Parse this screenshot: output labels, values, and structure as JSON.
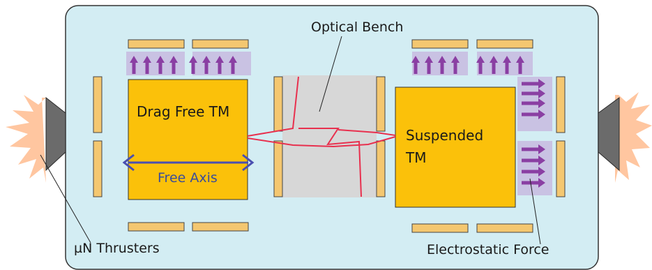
{
  "labels": {
    "optical_bench": "Optical Bench",
    "drag_free_tm": "Drag Free TM",
    "free_axis": "Free Axis",
    "suspended_tm_line1": "Suspended",
    "suspended_tm_line2": "TM",
    "thrusters": "µN Thrusters",
    "electrostatic_force": "Electrostatic Force"
  },
  "colors": {
    "spacecraft_fill": "#d3edf3",
    "test_mass": "#fbc10a",
    "electrode": "#f4c770",
    "force_region": "#c9c2e3",
    "force_arrow": "#8a3fa3",
    "bench": "#d7d7d7",
    "laser": "#e8304e",
    "axis_arrow": "#4a4fb0",
    "plume": "#ffc6a0",
    "thruster": "#6b6b6b"
  }
}
